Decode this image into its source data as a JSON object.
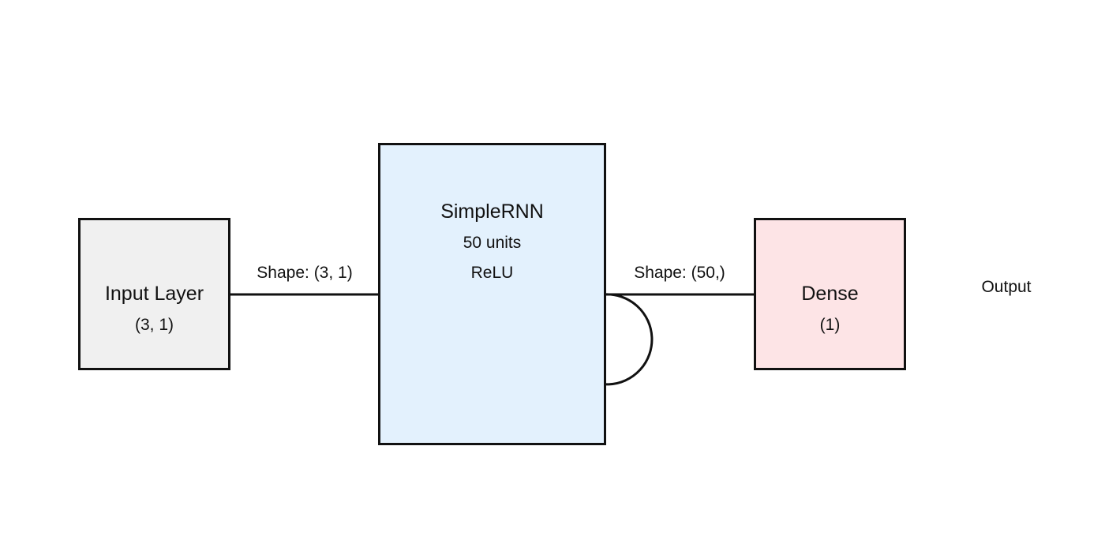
{
  "diagram": {
    "nodes": {
      "input": {
        "title": "Input Layer",
        "subtitle": "(3, 1)",
        "fill": "#f0f0f0"
      },
      "rnn": {
        "title": "SimpleRNN",
        "units": "50 units",
        "activation": "ReLU",
        "fill": "#e3f1fd"
      },
      "dense": {
        "title": "Dense",
        "subtitle": "(1)",
        "fill": "#fde4e6"
      },
      "output": {
        "title": "Output"
      }
    },
    "edges": {
      "input_to_rnn": {
        "label": "Shape: (3, 1)"
      },
      "rnn_to_dense": {
        "label": "Shape: (50,)"
      }
    },
    "stroke_color": "#111111"
  }
}
